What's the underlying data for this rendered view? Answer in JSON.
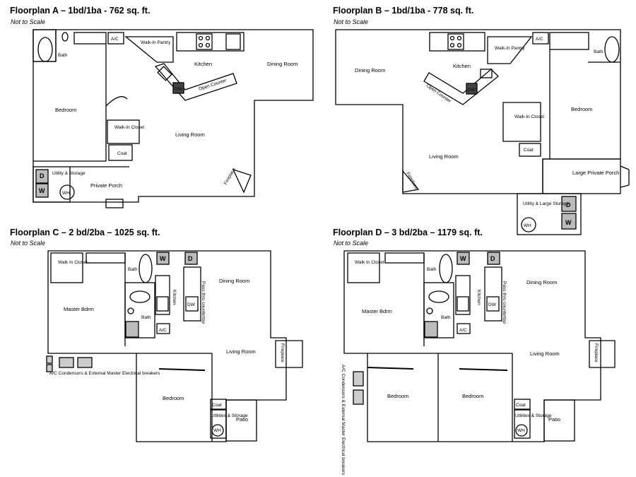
{
  "plans": [
    {
      "title": "Floorplan A – 1bd/1ba - 762 sq. ft.",
      "subtitle": "Not to Scale",
      "rooms": {
        "bath": "Bath",
        "ac": "A/C",
        "walkin_pantry": "Walk-In Pantry",
        "kitchen": "Kitchen",
        "dining": "Dining Room",
        "open_counter": "Open Counter",
        "bedroom": "Bedroom",
        "walkin_closet": "Walk-In Closet",
        "living": "Living Room",
        "coat": "Coat",
        "utility": "Utility & Storage",
        "porch": "Private Porch",
        "fireplace": "Fireplace",
        "w": "W",
        "d": "D",
        "wh": "WH",
        "dw": "DW"
      }
    },
    {
      "title": "Floorplan B – 1bd/1ba - 778 sq. ft.",
      "subtitle": "Not to Scale",
      "rooms": {
        "dining": "Dining Room",
        "kitchen": "Kitchen",
        "walkin_pantry": "Walk-In Pantry",
        "ac": "A/C",
        "bath": "Bath",
        "open_counter": "Open Counter",
        "walkin_closet": "Walk-In Closet",
        "bedroom": "Bedroom",
        "living": "Living Room",
        "coat": "Coat",
        "fireplace": "Fireplace",
        "porch": "Large Private Porch",
        "utility": "Utility & Large Storage",
        "w": "W",
        "d": "D",
        "wh": "WH",
        "dw": "DW"
      }
    },
    {
      "title": "Floorplan C – 2 bd/2ba – 1025 sq. ft.",
      "subtitle": "Not to Scale",
      "rooms": {
        "walkin_closet": "Walk In Closet",
        "bath": "Bath",
        "bath2": "Bath",
        "master": "Master Bdrm",
        "kitchen": "Kitchen",
        "pass": "Pass thru countertop",
        "dining": "Dining Room",
        "living": "Living Room",
        "fireplace": "Fireplace",
        "ac": "A/C",
        "ac_note": "A/C Condensors & External Master Electrical breakers",
        "bedroom": "Bedroom",
        "coat": "Coat",
        "utility": "Utilities & Storage",
        "patio": "Patio",
        "w": "W",
        "d": "D",
        "wh": "WH",
        "dw": "DW"
      }
    },
    {
      "title": "Floorplan D – 3 bd/2ba – 1179 sq. ft.",
      "subtitle": "Not to Scale",
      "rooms": {
        "walkin_closet": "Walk In Closet",
        "bath": "Bath",
        "bath2": "Bath",
        "master": "Master Bdrm",
        "kitchen": "Kitchen",
        "pass": "Pass thru countertop",
        "dining": "Dining Room",
        "living": "Living Room",
        "fireplace": "Fireplace",
        "ac": "A/C",
        "ac_note": "A/C Condensors & External Master Electrical breakers",
        "bedroom1": "Bedroom",
        "bedroom2": "Bedroom",
        "coat": "Coat",
        "utility": "Utilities & Storage",
        "patio": "Patio",
        "w": "W",
        "d": "D",
        "wh": "WH",
        "dw": "DW"
      }
    }
  ]
}
